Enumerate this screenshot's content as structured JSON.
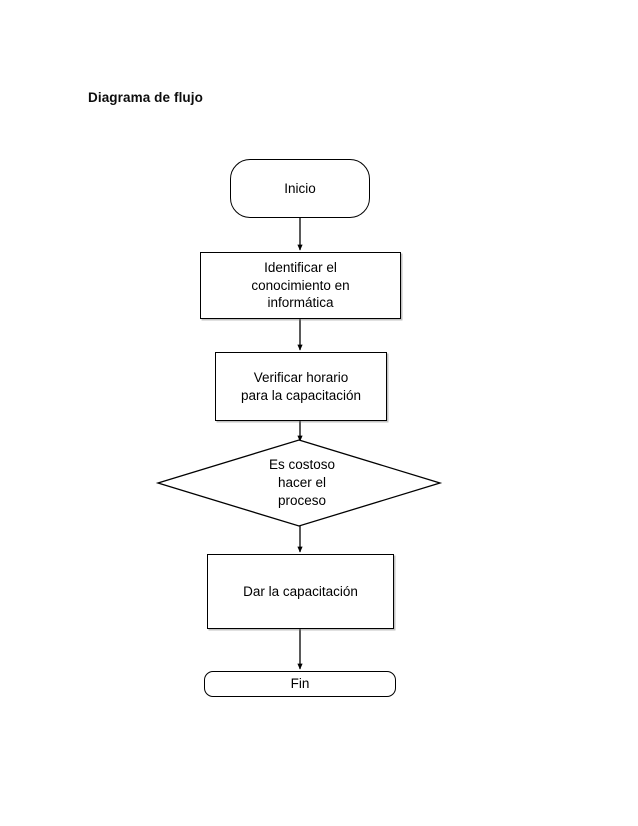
{
  "document": {
    "title": "Diagrama de flujo",
    "background_color": "#ffffff",
    "line_color": "#000000",
    "text_color": "#000000"
  },
  "chart_data": {
    "type": "diagram",
    "diagram_kind": "flowchart",
    "title": "Diagrama de flujo",
    "orientation": "top-to-bottom",
    "nodes": [
      {
        "id": "inicio",
        "shape": "terminator",
        "text": "Inicio"
      },
      {
        "id": "identificar",
        "shape": "process",
        "text": "Identificar el\nconocimiento en\ninformática"
      },
      {
        "id": "verificar",
        "shape": "process",
        "text": "Verificar horario\npara la capacitación"
      },
      {
        "id": "costoso",
        "shape": "decision",
        "text": "Es costoso\nhacer el\nproceso"
      },
      {
        "id": "dar",
        "shape": "process",
        "text": "Dar la capacitación"
      },
      {
        "id": "fin",
        "shape": "terminator",
        "text": "Fin"
      }
    ],
    "edges": [
      {
        "from": "inicio",
        "to": "identificar",
        "label": ""
      },
      {
        "from": "identificar",
        "to": "verificar",
        "label": ""
      },
      {
        "from": "verificar",
        "to": "costoso",
        "label": ""
      },
      {
        "from": "costoso",
        "to": "dar",
        "label": ""
      },
      {
        "from": "dar",
        "to": "fin",
        "label": ""
      }
    ]
  },
  "nodes": {
    "inicio": "Inicio",
    "identificar": "Identificar el\nconocimiento en\ninformática",
    "verificar": "Verificar horario\npara la capacitación",
    "costoso": "Es costoso\nhacer el\nproceso",
    "dar": "Dar la capacitación",
    "fin": "Fin"
  }
}
